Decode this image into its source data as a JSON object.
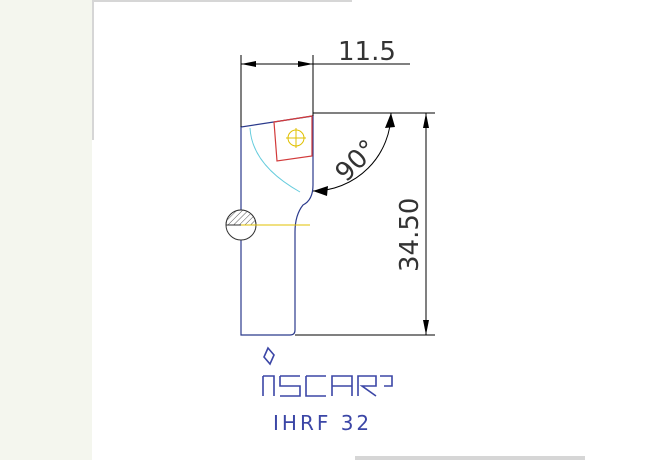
{
  "drawing": {
    "dimension_width": "11.5",
    "dimension_height": "34.50",
    "dimension_angle": "90°",
    "logo_alt": "iscar",
    "part_label": "IHRF 32"
  },
  "colors": {
    "background": "#f4f6ee",
    "sheet": "#ffffff",
    "body_outline": "#2b3a8c",
    "dimension_line": "#000000",
    "insert_outline": "#d23a3a",
    "insert_mark": "#e0c000",
    "coolant_path": "#66ccdd",
    "logo": "#3b46a6"
  }
}
